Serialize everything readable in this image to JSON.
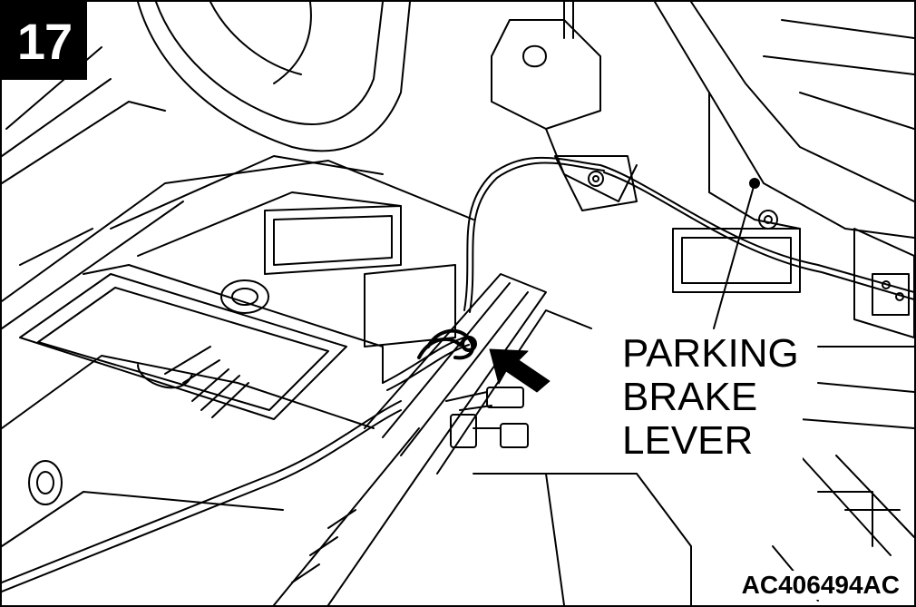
{
  "step_number": "17",
  "callout": {
    "lines": [
      "PARKING",
      "BRAKE",
      "LEVER"
    ]
  },
  "figure_code": "AC406494AC",
  "colors": {
    "ink": "#000000",
    "paper": "#ffffff"
  },
  "icons": {
    "arrow": "pointer-arrow-icon"
  }
}
